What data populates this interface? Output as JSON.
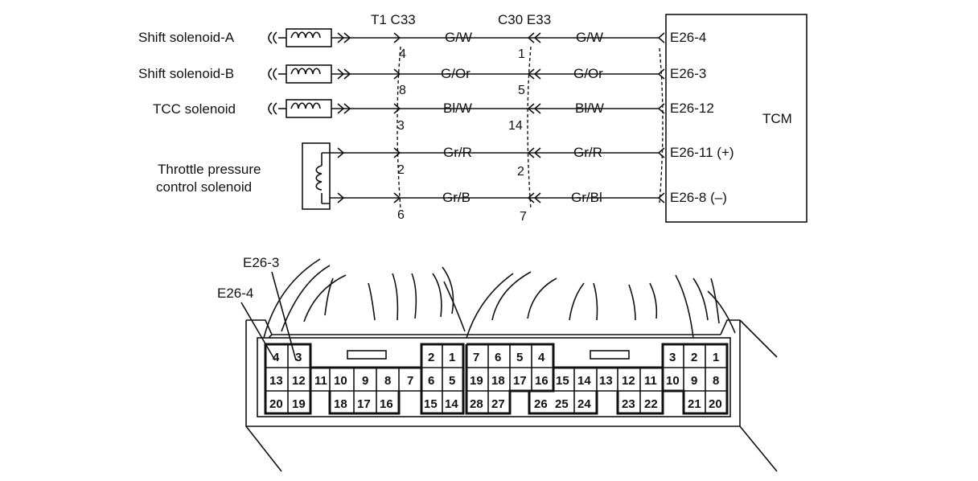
{
  "connectors": {
    "left": "T1 C33",
    "mid": "C30 E33"
  },
  "tcm": {
    "label": "TCM"
  },
  "circuits": [
    {
      "component": "Shift solenoid-A",
      "pin_a": "4",
      "wire_a": "G/W",
      "pin_b": "1",
      "wire_b": "G/W",
      "terminal": "E26-4"
    },
    {
      "component": "Shift  solenoid-B",
      "pin_a": "8",
      "wire_a": "G/Or",
      "pin_b": "5",
      "wire_b": "G/Or",
      "terminal": "E26-3"
    },
    {
      "component": "TCC solenoid",
      "pin_a": "3",
      "wire_a": "Bl/W",
      "pin_b": "14",
      "wire_b": "Bl/W",
      "terminal": "E26-12"
    },
    {
      "component": "",
      "pin_a": "2",
      "wire_a": "Gr/R",
      "pin_b": "2",
      "wire_b": "Gr/R",
      "terminal": "E26-11 (+)"
    },
    {
      "component": "",
      "pin_a": "6",
      "wire_a": "Gr/B",
      "pin_b": "7",
      "wire_b": "Gr/Bl",
      "terminal": "E26-8 (–)"
    }
  ],
  "throttle_solenoid": {
    "line1": "Throttle pressure",
    "line2": "control solenoid"
  },
  "connector_callouts": {
    "a": "E26-3",
    "b": "E26-4"
  },
  "connector_face": {
    "g1": {
      "top": [
        "4",
        "3"
      ],
      "mid": [
        "13",
        "12"
      ],
      "bot": [
        "20",
        "19"
      ]
    },
    "s1": {
      "mid": [
        "11",
        "10",
        "9",
        "8",
        "7"
      ],
      "bot": [
        "18",
        "17",
        "16"
      ]
    },
    "g2": {
      "top": [
        "2",
        "1"
      ],
      "mid": [
        "6",
        "5"
      ],
      "bot": [
        "15",
        "14"
      ]
    },
    "g3": {
      "top": [
        "7",
        "6",
        "5",
        "4"
      ],
      "mid": [
        "19",
        "18",
        "17",
        "16"
      ],
      "bot": [
        "28",
        "27"
      ]
    },
    "s2": {
      "mid": [
        "15",
        "14",
        "13",
        "12",
        "11"
      ],
      "bot": [
        "26",
        "25",
        "24"
      ],
      "bot2": [
        "23",
        "22"
      ]
    },
    "g4": {
      "top": [
        "3",
        "2",
        "1"
      ],
      "mid": [
        "10",
        "9",
        "8"
      ],
      "bot": [
        "21",
        "20"
      ]
    }
  }
}
